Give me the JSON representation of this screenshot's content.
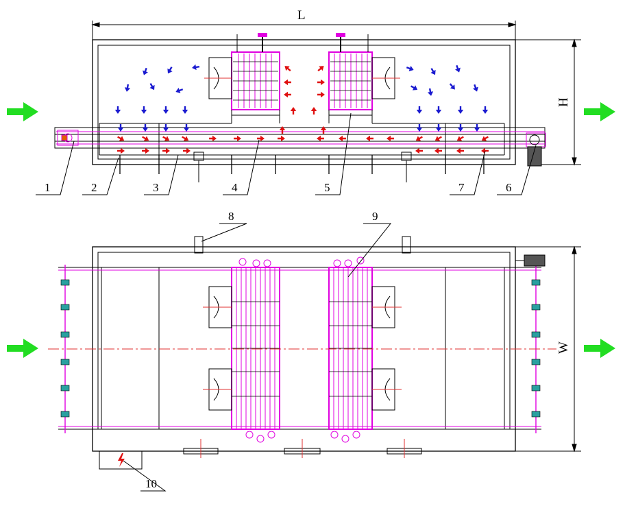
{
  "dimensions": {
    "length": "L",
    "height": "H",
    "width": "W"
  },
  "callouts": [
    "1",
    "2",
    "3",
    "4",
    "5",
    "6",
    "7",
    "8",
    "9",
    "10"
  ],
  "colors": {
    "line": "#000000",
    "magenta": "#e000e0",
    "cold_arrow": "#1a1ad0",
    "warm_arrow": "#e01010",
    "flow_arrow": "#22dd22",
    "centerline": "#e03030"
  },
  "icons": [
    "flow-direction-arrow",
    "electric-hazard-icon"
  ]
}
